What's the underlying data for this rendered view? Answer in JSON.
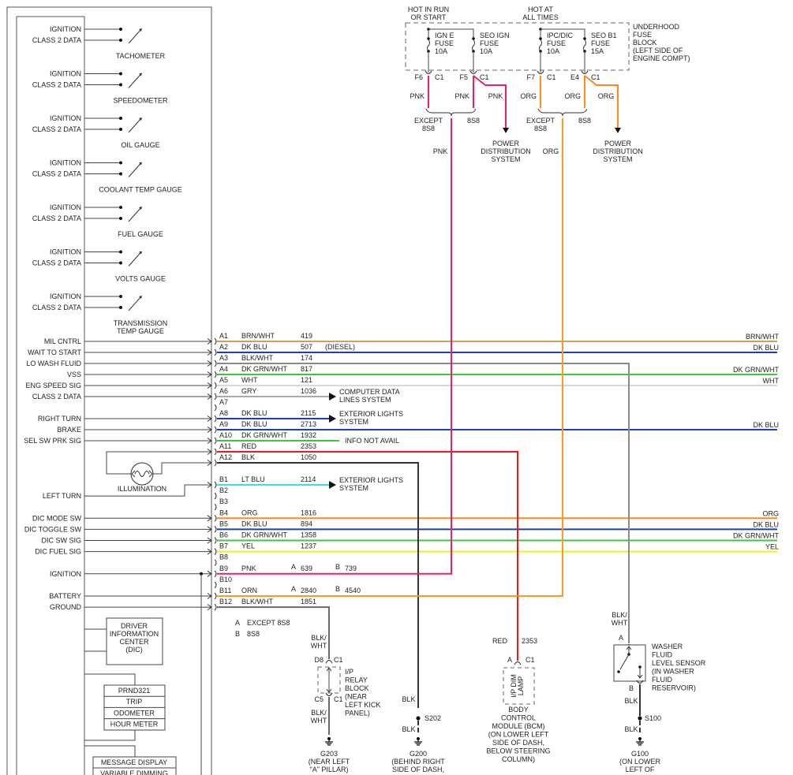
{
  "gauges": [
    {
      "pins": [
        "IGNITION",
        "CLASS 2 DATA"
      ],
      "label": [
        "TACHOMETER"
      ]
    },
    {
      "pins": [
        "IGNITION",
        "CLASS 2 DATA"
      ],
      "label": [
        "SPEEDOMETER"
      ]
    },
    {
      "pins": [
        "IGNITION",
        "CLASS 2 DATA"
      ],
      "label": [
        "OIL GAUGE"
      ]
    },
    {
      "pins": [
        "IGNITION",
        "CLASS 2 DATA"
      ],
      "label": [
        "COOLANT TEMP GAUGE"
      ]
    },
    {
      "pins": [
        "IGNITION",
        "CLASS 2 DATA"
      ],
      "label": [
        "FUEL GAUGE"
      ]
    },
    {
      "pins": [
        "IGNITION",
        "CLASS 2 DATA"
      ],
      "label": [
        "VOLTS GAUGE"
      ]
    },
    {
      "pins": [
        "IGNITION",
        "CLASS 2 DATA"
      ],
      "label": [
        "TRANSMISSION",
        "TEMP GAUGE"
      ]
    }
  ],
  "pins": [
    {
      "pin": "A1",
      "signal": "MIL CNTRL",
      "color": "BRN/WHT",
      "circuit": "419",
      "right_label": "BRN/WHT",
      "hex": "#c9a25e"
    },
    {
      "pin": "A2",
      "signal": "WAIT TO START",
      "color": "DK BLU",
      "circuit": "507",
      "note": "(DIESEL)",
      "right_label": "DK BLU",
      "hex": "#1c3fbf"
    },
    {
      "pin": "A3",
      "signal": "LO WASH FLUID",
      "color": "BLK/WHT",
      "circuit": "174",
      "hex": "#8a8a8a"
    },
    {
      "pin": "A4",
      "signal": "VSS",
      "color": "DK GRN/WHT",
      "circuit": "817",
      "right_label": "DK GRN/WHT",
      "hex": "#3cc83c"
    },
    {
      "pin": "A5",
      "signal": "ENG SPEED SIG",
      "color": "WHT",
      "circuit": "121",
      "right_label": "WHT",
      "hex": "#d8d8d8"
    },
    {
      "pin": "A6",
      "signal": "CLASS 2 DATA",
      "color": "GRY",
      "circuit": "1036",
      "dest": [
        "COMPUTER DATA",
        "LINES SYSTEM"
      ],
      "hex": "#aaaaaa"
    },
    {
      "pin": "A7"
    },
    {
      "pin": "A8",
      "signal": "RIGHT TURN",
      "color": "DK BLU",
      "circuit": "2115",
      "dest": [
        "EXTERIOR LIGHTS",
        "SYSTEM"
      ],
      "hex": "#1c3fbf"
    },
    {
      "pin": "A9",
      "signal": "BRAKE",
      "color": "DK BLU",
      "circuit": "2713",
      "right_label": "DK BLU",
      "hex": "#1c3fbf"
    },
    {
      "pin": "A10",
      "signal": "SEL SW PRK SIG",
      "color": "DK GRN/WHT",
      "circuit": "1932",
      "note": "INFO NOT AVAIL",
      "hex": "#3cc83c"
    },
    {
      "pin": "A11",
      "color": "RED",
      "circuit": "2353",
      "hex": "#f01818"
    },
    {
      "pin": "A12",
      "color": "BLK",
      "circuit": "1050",
      "hex": "#333333"
    },
    {
      "pin": "B1",
      "color": "LT BLU",
      "circuit": "2114",
      "dest": [
        "EXTERIOR LIGHTS",
        "SYSTEM"
      ],
      "hex": "#38e0ea"
    },
    {
      "pin": "B2",
      "signal": "LEFT TURN"
    },
    {
      "pin": "B3"
    },
    {
      "pin": "B4",
      "signal": "DIC MODE SW",
      "color": "ORG",
      "circuit": "1816",
      "right_label": "ORG",
      "hex": "#ff8a1c"
    },
    {
      "pin": "B5",
      "signal": "DIC TOGGLE SW",
      "color": "DK BLU",
      "circuit": "894",
      "right_label": "DK BLU",
      "hex": "#1c3fbf"
    },
    {
      "pin": "B6",
      "signal": "DIC SW SIG",
      "color": "DK GRN/WHT",
      "circuit": "1358",
      "right_label": "DK GRN/WHT",
      "hex": "#3cc83c"
    },
    {
      "pin": "B7",
      "signal": "DIC FUEL SIG",
      "color": "YEL",
      "circuit": "1237",
      "right_label": "YEL",
      "hex": "#f4ee1c"
    },
    {
      "pin": "B8"
    },
    {
      "pin": "B9",
      "signal": "IGNITION",
      "color": "PNK",
      "circuit_a": "639",
      "circuit_b": "739",
      "hex": "#f0205a"
    },
    {
      "pin": "B10"
    },
    {
      "pin": "B11",
      "signal": "BATTERY",
      "color": "ORN",
      "circuit_a": "2840",
      "circuit_b": "4540",
      "hex": "#ff9a20"
    },
    {
      "pin": "B12",
      "signal": "GROUND",
      "color": "BLK/WHT",
      "circuit": "1851",
      "hex": "#6a6a6a"
    }
  ],
  "variant_key": {
    "a_letter": "A",
    "a_text": "EXCEPT 8S8",
    "b_letter": "B",
    "b_text": "8S8",
    "ab_a": "A",
    "ab_b": "B"
  },
  "illumination": "ILLUMINATION",
  "dic_box": [
    "DRIVER",
    "INFORMATION",
    "CENTER",
    "(DIC)"
  ],
  "display_items": [
    "PRND321",
    "TRIP",
    "ODOMETER",
    "HOUR METER"
  ],
  "message_items": [
    "MESSAGE DISPLAY",
    "VARIABLE DIMMING"
  ],
  "fuse_block": {
    "hot_run": [
      "HOT IN RUN",
      "OR START"
    ],
    "hot_all": [
      "HOT AT",
      "ALL TIMES"
    ],
    "name": [
      "UNDERHOOD",
      "FUSE",
      "BLOCK",
      "(LEFT SIDE OF",
      "ENGINE COMPT)"
    ],
    "fuses": [
      {
        "label": [
          "IGN E",
          "FUSE",
          "10A"
        ],
        "pin": "F6",
        "conn": "C1",
        "wire": "PNK"
      },
      {
        "label": [
          "SEO IGN",
          "FUSE",
          "10A"
        ],
        "pin": "F5",
        "conn": "C1",
        "wire": "PNK"
      },
      {
        "label": [
          "IPC/DIC",
          "FUSE",
          "10A"
        ],
        "pin": "F7",
        "conn": "C1",
        "wire": "ORG"
      },
      {
        "label": [
          "SEO B1",
          "FUSE",
          "15A"
        ],
        "pin": "E4",
        "conn": "C1",
        "wire": "ORG"
      }
    ],
    "branch_wire_pnk": "PNK",
    "branch_wire_org": "ORG",
    "except": [
      "EXCEPT",
      "8S8"
    ],
    "only": "8S8",
    "power_dist": [
      "POWER",
      "DISTRIBUTION",
      "SYSTEM"
    ],
    "trunk_pnk": "PNK",
    "trunk_org": "ORG"
  },
  "relay_block": {
    "wire_top": [
      "BLK/",
      "WHT"
    ],
    "pin_top": "D8",
    "conn_top": "C1",
    "label": [
      "I/P",
      "RELAY",
      "BLOCK",
      "(NEAR",
      "LEFT KICK",
      "PANEL)"
    ],
    "pin_bot": "C5",
    "conn_bot": "C1",
    "wire_bot": [
      "BLK/",
      "WHT"
    ],
    "ground": [
      "G203",
      "(NEAR LEFT",
      "\"A\" PILLAR)"
    ]
  },
  "g200": {
    "wire_top": "BLK",
    "splice": "S202",
    "wire_bot": "BLK",
    "ground": [
      "G200",
      "(BEHIND RIGHT",
      "SIDE OF DASH,"
    ]
  },
  "bcm": {
    "wire": "RED",
    "circuit": "2353",
    "pin": "A",
    "conn": "C1",
    "inner": [
      "I/P DIM",
      "LAMP"
    ],
    "label": [
      "BODY",
      "CONTROL",
      "MODULE (BCM)",
      "(ON LOWER LEFT",
      "SIDE OF DASH,",
      "BELOW STEERING",
      "COLUMN)"
    ]
  },
  "washer": {
    "wire_top": [
      "BLK/",
      "WHT"
    ],
    "pin_a": "A",
    "pin_b": "B",
    "label": [
      "WASHER",
      "FLUID",
      "LEVEL SENSOR",
      "(IN WASHER",
      "FLUID",
      "RESERVOIR)"
    ],
    "wire_bot": "BLK",
    "splice": "S100",
    "wire_gnd": "BLK",
    "ground": [
      "G100",
      "(ON LOWER",
      "LEFT OF"
    ]
  }
}
